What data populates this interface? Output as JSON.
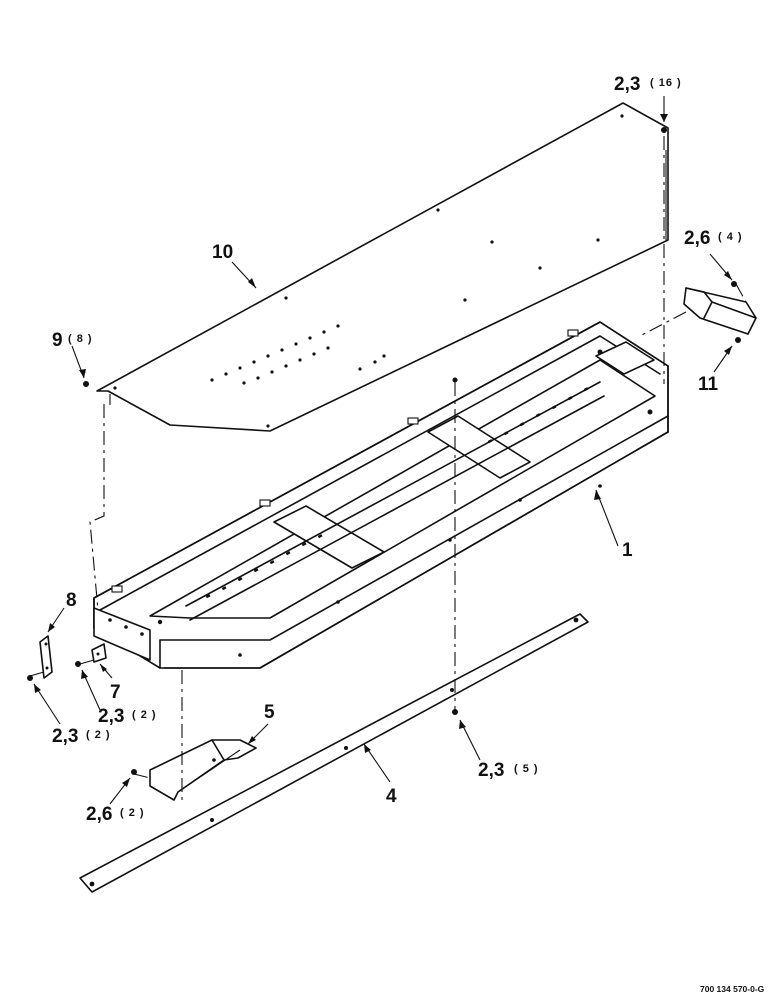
{
  "figure_ref": "700 134 570-0-G",
  "callouts": [
    {
      "id": "part-1",
      "label": "1",
      "qty": ""
    },
    {
      "id": "part-4",
      "label": "4",
      "qty": ""
    },
    {
      "id": "part-5",
      "label": "5",
      "qty": ""
    },
    {
      "id": "part-7",
      "label": "7",
      "qty": ""
    },
    {
      "id": "part-8",
      "label": "8",
      "qty": ""
    },
    {
      "id": "part-9",
      "label": "9",
      "qty": "( 8 )"
    },
    {
      "id": "part-10",
      "label": "10",
      "qty": ""
    },
    {
      "id": "part-11",
      "label": "11",
      "qty": ""
    },
    {
      "id": "hardware-top-right",
      "label": "2,3",
      "qty": "( 16 )"
    },
    {
      "id": "hardware-right-bracket",
      "label": "2,6",
      "qty": "( 4 )"
    },
    {
      "id": "hardware-center-bottom",
      "label": "2,3",
      "qty": "( 5 )"
    },
    {
      "id": "hardware-left-bracket",
      "label": "2,6",
      "qty": "( 2 )"
    },
    {
      "id": "hardware-left-inner",
      "label": "2,3",
      "qty": "( 2 )"
    },
    {
      "id": "hardware-left-outer",
      "label": "2,3",
      "qty": "( 2 )"
    }
  ]
}
